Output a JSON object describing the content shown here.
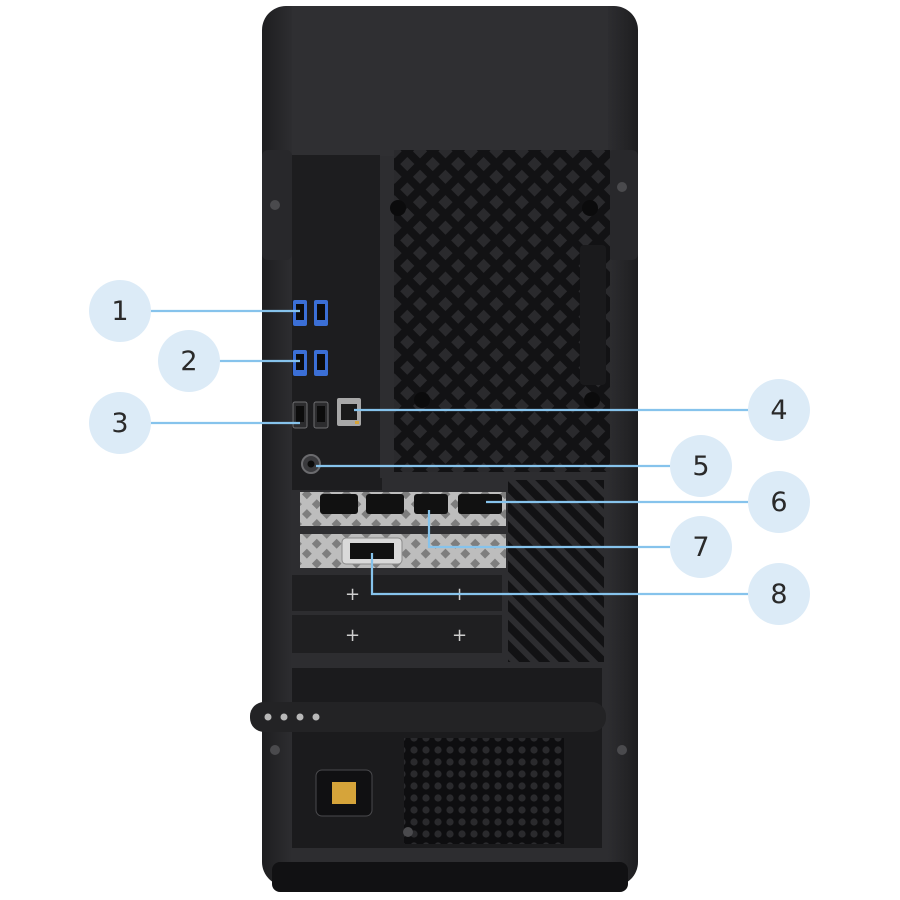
{
  "figure": {
    "subject": "Desktop tower rear panel with numbered connector callouts",
    "colors": {
      "case": "#2b2b2d",
      "case_edge": "#3a3a3d",
      "panel": "#1d1d1f",
      "port_blue": "#3b6fd6",
      "callout_fill": "#dcebf7",
      "leader_line": "#86c3ec",
      "silver": "#c7c7c7"
    },
    "callouts": [
      {
        "id": "1",
        "label": "1",
        "target": "USB ports (top pair)"
      },
      {
        "id": "2",
        "label": "2",
        "target": "USB ports (middle pair)"
      },
      {
        "id": "3",
        "label": "3",
        "target": "USB ports (bottom pair)"
      },
      {
        "id": "4",
        "label": "4",
        "target": "Ethernet port"
      },
      {
        "id": "5",
        "label": "5",
        "target": "Audio jack"
      },
      {
        "id": "6",
        "label": "6",
        "target": "Graphics card display ports"
      },
      {
        "id": "7",
        "label": "7",
        "target": "Graphics card display port"
      },
      {
        "id": "8",
        "label": "8",
        "target": "DVI port"
      }
    ]
  }
}
